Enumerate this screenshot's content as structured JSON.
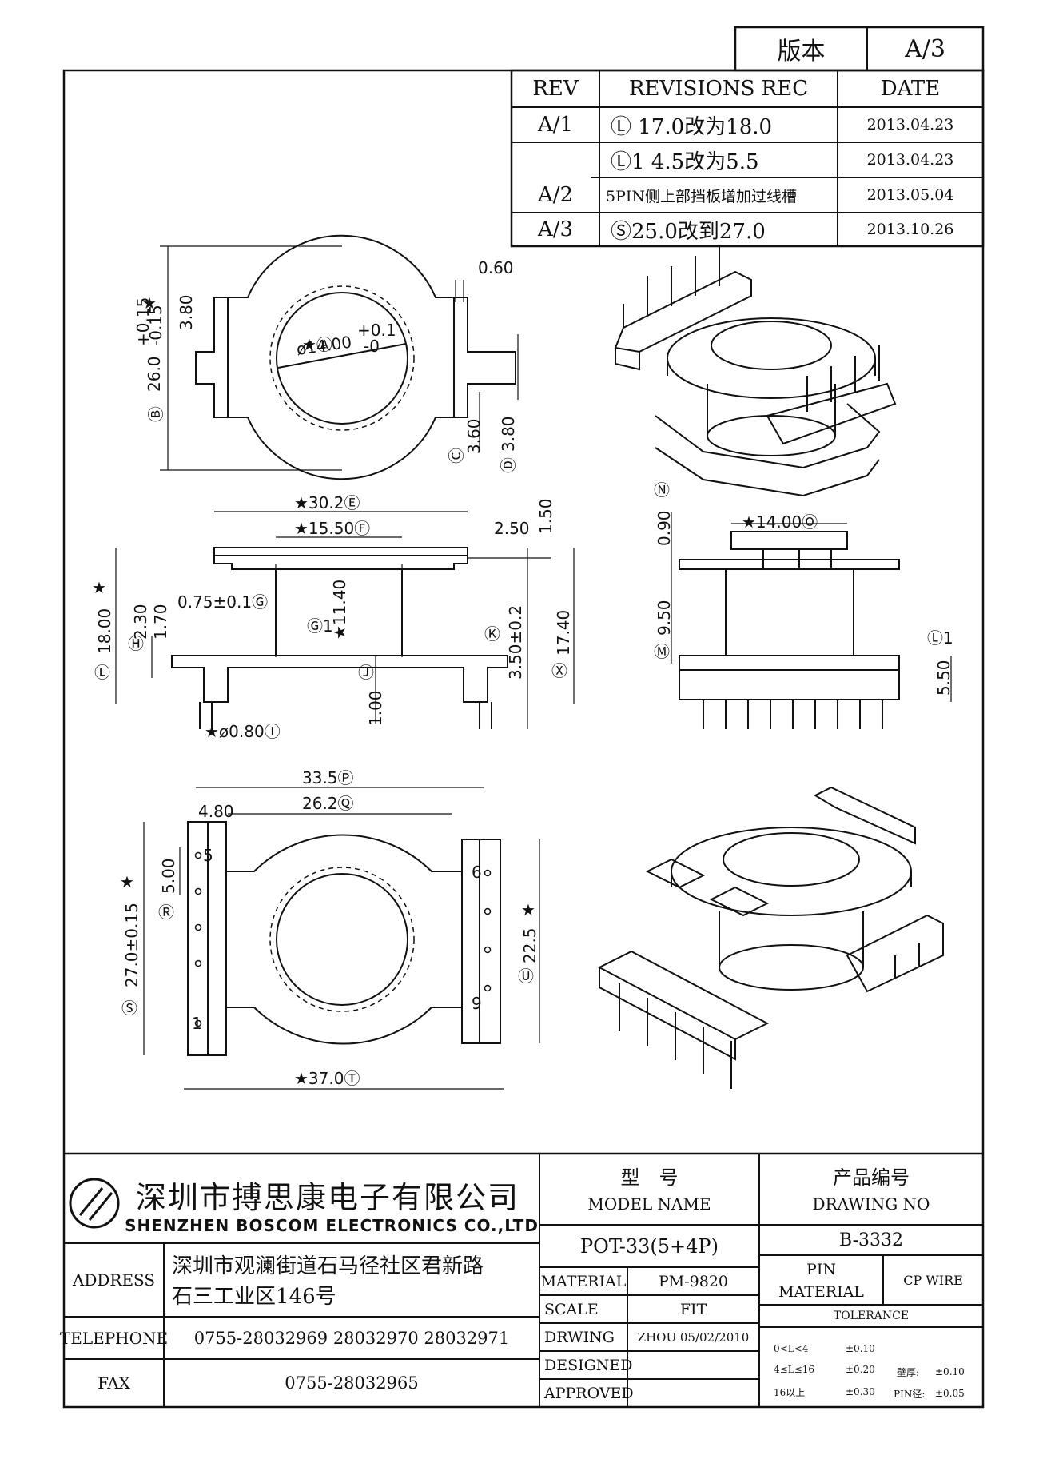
{
  "header": {
    "version_label": "版本",
    "version_value": "A/3"
  },
  "revisions": {
    "headers": {
      "rev": "REV",
      "rec": "REVISIONS REC",
      "date": "DATE"
    },
    "rows": [
      {
        "rev": "A/1",
        "rec": "Ⓛ 17.0改为18.0",
        "date": "2013.04.23"
      },
      {
        "rev": "",
        "rec": "Ⓛ1 4.5改为5.5",
        "date": "2013.04.23"
      },
      {
        "rev": "A/2",
        "rec": "5PIN侧上部挡板增加过线槽",
        "date": "2013.05.04"
      },
      {
        "rev": "A/3",
        "rec": "Ⓢ25.0改到27.0",
        "date": "2013.10.26"
      }
    ]
  },
  "top_view": {
    "dia": "ø14.00",
    "dia_tol_upper": "+0.1",
    "dia_tol_lower": "-0",
    "dia_marker": "★Ⓐ",
    "height": "26.0",
    "height_tol_upper": "+0.15",
    "height_tol_lower": "-0.15",
    "height_marker": "Ⓑ",
    "star": "★",
    "tab_left": "3.80",
    "tab_gap": "0.60",
    "c_dim": "3.60",
    "c_marker": "Ⓒ",
    "d_dim": "3.80",
    "d_marker": "Ⓓ"
  },
  "front_view": {
    "e_dim": "★30.2Ⓔ",
    "f_dim": "★15.50Ⓕ",
    "e_right": "2.50",
    "top_flange": "1.50",
    "g_dim": "0.75±0.1Ⓖ",
    "g1_dim": "★11.40",
    "g1_marker": "Ⓖ1",
    "h_dims": [
      "2.30",
      "1.70"
    ],
    "h_marker": "Ⓗ",
    "l_dim": "18.00",
    "l_marker": "Ⓛ",
    "star": "★",
    "j_dim": "1.00",
    "j_marker": "Ⓙ",
    "k_dim": "3.50±0.2",
    "k_marker": "Ⓚ",
    "x_dim": "17.40",
    "x_marker": "Ⓧ",
    "pin_dia": "★ø0.80Ⓘ"
  },
  "side_view": {
    "o_dim": "★14.00Ⓞ",
    "n_dim": "0.90",
    "n_marker": "Ⓝ",
    "m_dim": "9.50",
    "m_marker": "Ⓜ",
    "l1_marker": "Ⓛ1",
    "l1_dim": "5.50"
  },
  "bottom_view": {
    "p_dim": "33.5Ⓟ",
    "q_dim": "26.2Ⓠ",
    "t_dim": "★37.0Ⓣ",
    "r_dim": "5.00",
    "r_marker": "Ⓡ",
    "s_dim": "27.0±0.15",
    "s_marker": "Ⓢ",
    "u_dim": "22.5",
    "u_marker": "Ⓤ",
    "star": "★",
    "pin_labels": [
      "5",
      "1",
      "6",
      "9"
    ],
    "small_label": "4.80"
  },
  "title_block": {
    "company_cn": "深圳市搏思康电子有限公司",
    "company_en": "SHENZHEN BOSCOM ELECTRONICS CO.,LTD",
    "address_label": "ADDRESS",
    "address_line1": "深圳市观澜街道石马径社区君新路",
    "address_line2": "石三工业区146号",
    "telephone_label": "TELEPHONE",
    "telephone_value": "0755-28032969 28032970 28032971",
    "fax_label": "FAX",
    "fax_value": "0755-28032965",
    "model_label_cn": "型　号",
    "model_label_en": "MODEL NAME",
    "model_value": "POT-33(5+4P)",
    "drawing_label_cn": "产品编号",
    "drawing_label_en": "DRAWING NO",
    "drawing_value": "B-3332",
    "material_label": "MATERIAL",
    "material_value": "PM-9820",
    "scale_label": "SCALE",
    "scale_value": "FIT",
    "drwing_label": "DRWING",
    "drwing_value": "ZHOU 05/02/2010",
    "designed_label": "DESIGNED",
    "approved_label": "APPROVED",
    "pin_label": "PIN",
    "pin_material_label": "MATERIAL",
    "pin_material_value": "CP WIRE",
    "tolerance_label": "TOLERANCE",
    "tol_rows": [
      {
        "range": "0<L<4",
        "value": "±0.10"
      },
      {
        "range": "4≤L≤16",
        "value": "±0.20"
      },
      {
        "range": "16以上",
        "value": "±0.30"
      }
    ],
    "wall_label": "壁厚:",
    "wall_value": "±0.10",
    "pin_dia_label": "PIN径:",
    "pin_dia_value": "±0.05"
  }
}
